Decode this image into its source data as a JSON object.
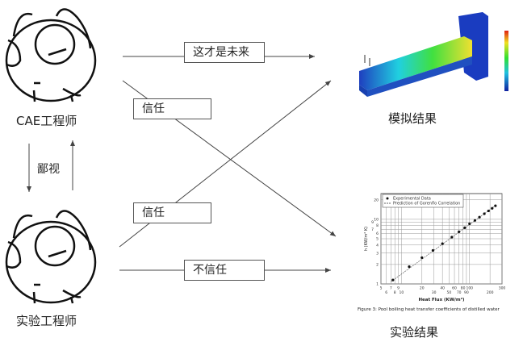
{
  "left": {
    "cae_engineer": "CAE工程师",
    "test_engineer": "实验工程师",
    "disdain_label": "鄙视"
  },
  "arrows": {
    "future_label": "这才是未来",
    "trust_top_label": "信任",
    "trust_bottom_label": "信任",
    "distrust_label": "不信任"
  },
  "right": {
    "simulation_result": "模拟结果",
    "experiment_result": "实验结果"
  },
  "colors": {
    "line": "#444444",
    "beam_low": "#1f3fbf",
    "beam_high": "#f0d020"
  },
  "chart_data": {
    "type": "scatter",
    "title": "Figure 3: Pool boiling heat transfer coefficients of distilled water",
    "xlabel": "Heat Flux (KW/m²)",
    "ylabel": "h (KW/m² K)",
    "xscale": "log",
    "yscale": "log",
    "xlim": [
      5,
      300
    ],
    "ylim": [
      1,
      25
    ],
    "xticks": [
      "5",
      "6",
      "7",
      "8",
      "9",
      "10",
      "20",
      "30",
      "40",
      "50",
      "60",
      "70",
      "80",
      "90",
      "100",
      "200",
      "300"
    ],
    "xtick_values": [
      5,
      6,
      7,
      8,
      9,
      10,
      20,
      30,
      40,
      50,
      60,
      70,
      80,
      90,
      100,
      200,
      300
    ],
    "yticks": [
      "1",
      "2",
      "3",
      "4",
      "5",
      "6",
      "7",
      "8",
      "9",
      "10",
      "20"
    ],
    "ytick_values": [
      1,
      2,
      3,
      4,
      5,
      6,
      7,
      8,
      9,
      10,
      20
    ],
    "legend": [
      "Experimental Data",
      "Prediction of Gorenflo Correlation"
    ],
    "legend_position": "top-left",
    "series": [
      {
        "name": "Experimental Data",
        "x": [
          7.5,
          13,
          20,
          29,
          40,
          55,
          70,
          85,
          100,
          120,
          140,
          165,
          190,
          215,
          240
        ],
        "y": [
          1.15,
          1.85,
          2.55,
          3.3,
          4.2,
          5.3,
          6.4,
          7.4,
          8.5,
          9.6,
          10.8,
          12.2,
          13.5,
          14.8,
          16.2
        ]
      }
    ]
  }
}
